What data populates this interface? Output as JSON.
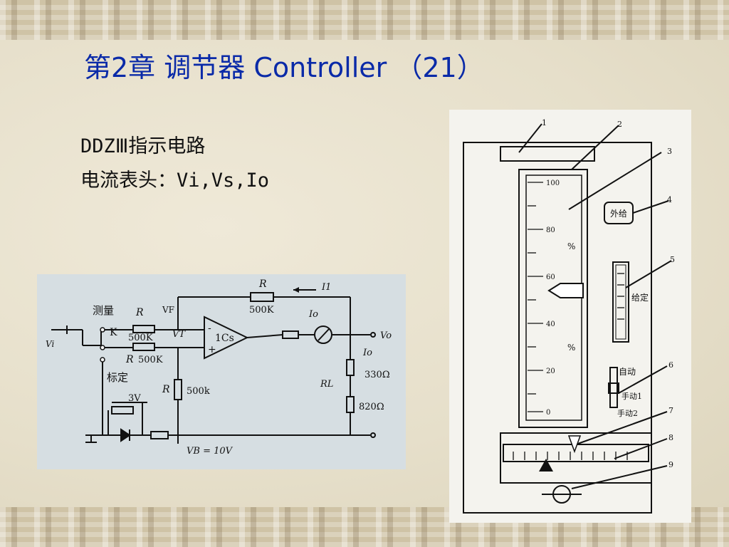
{
  "slide": {
    "title": "第2章 调节器 Controller （21）",
    "line1": "DDZⅢ指示电路",
    "line2": "电流表头：Vi,Vs,Io"
  },
  "circuit": {
    "label_celiang": "测量",
    "label_biaoding": "标定",
    "label_k": "K",
    "r1_label": "R",
    "r1_value": "500K",
    "r2_label": "R",
    "r2_value": "500K",
    "r3_label": "R",
    "r3_value": "500k",
    "rf_label": "R",
    "rf_value": "500K",
    "vf_label": "VF",
    "vt_label": "VT",
    "ic_label": "1Cs",
    "minus": "-",
    "plus": "+",
    "i1_label": "I1",
    "io_label": "Io",
    "io2_label": "Io",
    "vo_label": "Vo",
    "vi_label": "Vi",
    "rl_label": "RL",
    "r330": "330Ω",
    "r820": "820Ω",
    "v3": "3V",
    "vb_label": "VB = 10V"
  },
  "meter": {
    "callouts": [
      "1",
      "2",
      "3",
      "4",
      "5",
      "6",
      "7",
      "8",
      "9"
    ],
    "scale_labels": [
      "100",
      "80",
      "60",
      "40",
      "20",
      "0"
    ],
    "percent_a": "%",
    "percent_b": "%",
    "btn_waigei": "外给",
    "label_geiding": "给定",
    "label_zidong": "自动",
    "label_shoudong1": "手动1",
    "label_shoudong2": "手动2"
  }
}
